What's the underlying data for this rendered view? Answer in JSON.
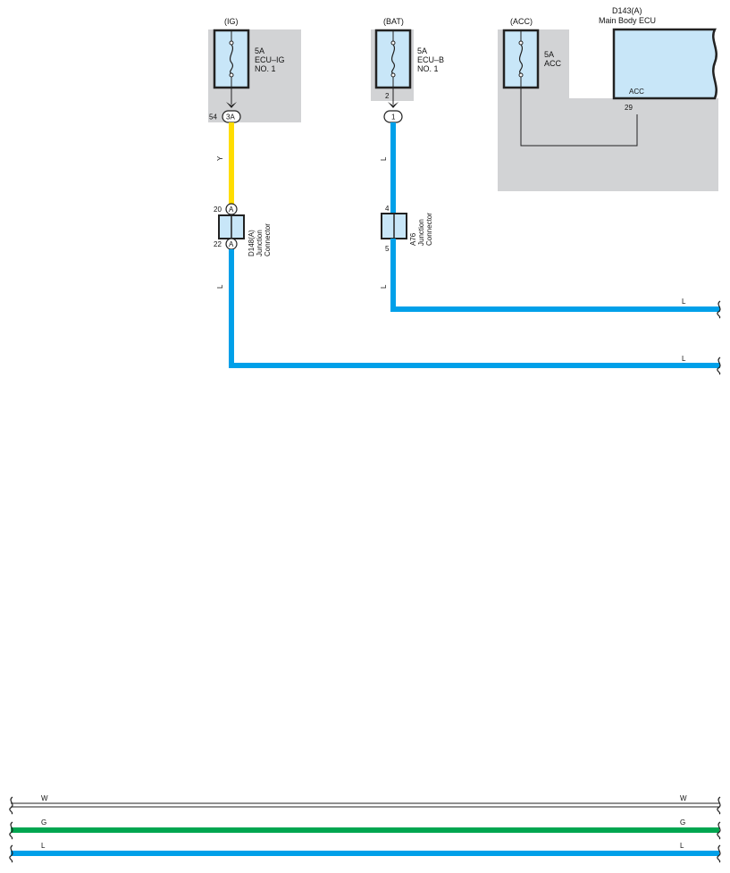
{
  "power_sources": {
    "ig": "(IG)",
    "bat": "(BAT)",
    "acc": "(ACC)"
  },
  "fuses": {
    "ecu_ig": {
      "rating": "5A",
      "name": "ECU–IG",
      "number": "NO. 1"
    },
    "ecu_b": {
      "rating": "5A",
      "name": "ECU–B",
      "number": "NO. 1"
    },
    "acc": {
      "rating": "5A",
      "name": "ACC"
    }
  },
  "main_body_ecu": {
    "code": "D143(A)",
    "name": "Main Body ECU",
    "terminal_label": "ACC",
    "terminal_pin": "29"
  },
  "connectors": {
    "ig_pin": "54",
    "ig_label": "3A",
    "bat_pin": "2",
    "bat_label": "1"
  },
  "junction_d148": {
    "code": "D148(A)",
    "line1": "Junction",
    "line2": "Connector",
    "pin_top": "20",
    "pin_bottom": "22",
    "mark": "A"
  },
  "junction_a76": {
    "code": "A76",
    "line1": "Junction",
    "line2": "Connector",
    "pin_top": "4",
    "pin_bottom": "5"
  },
  "wire_colors": {
    "y": "Y",
    "l": "L",
    "w": "W",
    "g": "G"
  },
  "colors": {
    "yellow_wire": "#ffdd00",
    "blue_wire": "#00a0e9",
    "green_wire": "#00a650",
    "white_wire": "#ffffff",
    "area_gray": "#d2d3d5",
    "component_fill": "#c8e6f8"
  }
}
